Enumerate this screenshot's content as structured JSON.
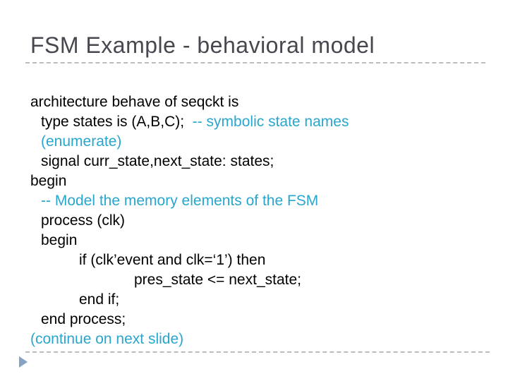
{
  "slide": {
    "title": "FSM Example - behavioral model"
  },
  "colors": {
    "title_text": "#47474f",
    "code_text": "#000000",
    "accent_cyan": "#29a6ce",
    "divider_gray": "#bcbcbc",
    "arrow_blue": "#86a3c1",
    "background": "#ffffff"
  },
  "icons": {
    "footer_arrow": "play-triangle"
  },
  "code": {
    "lines": [
      {
        "indent": 0,
        "segments": [
          {
            "text": "architecture behave of seqckt is",
            "color": "default"
          }
        ]
      },
      {
        "indent": 1,
        "segments": [
          {
            "text": "type states is (A,B,C);  ",
            "color": "default"
          },
          {
            "text": "-- symbolic state names",
            "color": "accent"
          }
        ]
      },
      {
        "indent": 1,
        "segments": [
          {
            "text": "(enumerate)",
            "color": "accent"
          }
        ]
      },
      {
        "indent": 1,
        "segments": [
          {
            "text": "signal curr_state,next_state: states;",
            "color": "default"
          }
        ]
      },
      {
        "indent": 0,
        "segments": [
          {
            "text": "begin",
            "color": "default"
          }
        ]
      },
      {
        "indent": 1,
        "segments": [
          {
            "text": "-- Model the memory elements of the FSM",
            "color": "accent"
          }
        ]
      },
      {
        "indent": 1,
        "segments": [
          {
            "text": "process (clk)",
            "color": "default"
          }
        ]
      },
      {
        "indent": 1,
        "segments": [
          {
            "text": "begin",
            "color": "default"
          }
        ]
      },
      {
        "indent": 2,
        "segments": [
          {
            "text": "if (clk’event and clk=‘1’) then",
            "color": "default"
          }
        ]
      },
      {
        "indent": 3,
        "segments": [
          {
            "text": "pres_state <= next_state;",
            "color": "default"
          }
        ]
      },
      {
        "indent": 2,
        "segments": [
          {
            "text": "end if;",
            "color": "default"
          }
        ]
      },
      {
        "indent": 1,
        "segments": [
          {
            "text": "end process;",
            "color": "default"
          }
        ]
      },
      {
        "indent": 0,
        "segments": [
          {
            "text": "(continue on next slide)",
            "color": "accent"
          }
        ]
      }
    ]
  }
}
